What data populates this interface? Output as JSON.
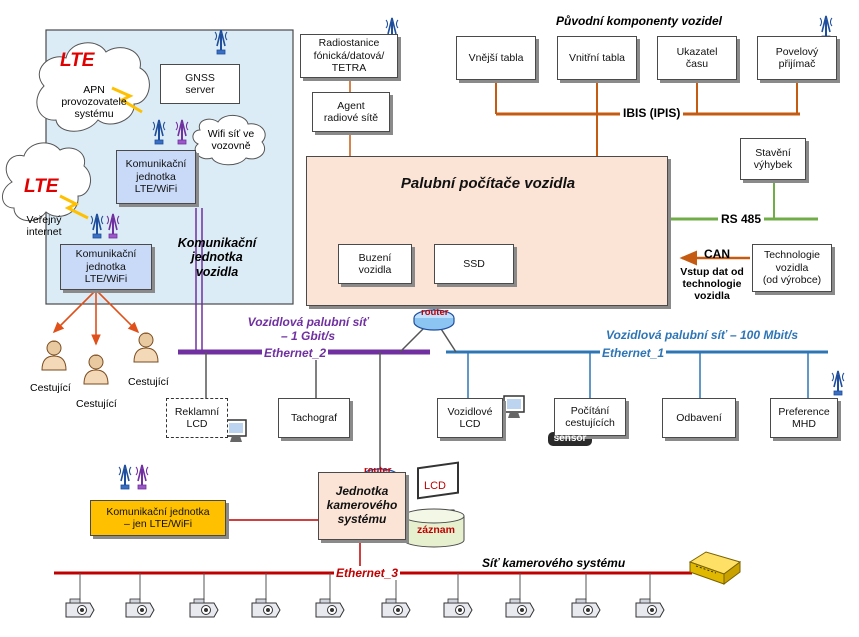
{
  "lte_label": "LTE",
  "apn": {
    "text": "APN\nprovozovatele\nsystému"
  },
  "public_internet": {
    "text": "Veřejný\ninternet"
  },
  "wifi_bubble": {
    "text": "Wifi síť ve\nvozovně"
  },
  "gnss": {
    "text": "GNSS\nserver"
  },
  "comm_unit_lte_wifi": "Komunikační\njednotka\nLTE/WiFi",
  "comm_unit_vehicle": {
    "text": "Komunikační\njednotka\nvozidla"
  },
  "passenger": "Cestující",
  "radio_station": {
    "text": "Radiostanice\nfónická/datová/\nTETRA"
  },
  "radio_agent": {
    "text": "Agent\nradiové sítě"
  },
  "original_components": {
    "title": "Původní komponenty vozidel",
    "items": [
      "Vnější tabla",
      "Vnitřní tabla",
      "Ukazatel\nčasu",
      "Povelový\npřijímač"
    ],
    "bus": "IBIS (IPIS)"
  },
  "switch_control": {
    "text": "Stavění\nvýhybek"
  },
  "rs485": "RS 485",
  "onboard_computer": {
    "title": "Palubní počítače vozidla",
    "excitation": "Buzení\nvozidla",
    "ssd": "SSD"
  },
  "can": {
    "label": "CAN",
    "note": "Vstup dat od\ntechnologie\nvozidla"
  },
  "vehicle_technology": {
    "text": "Technologie\nvozidla\n(od výrobce)"
  },
  "router": "router",
  "network_1gbit": {
    "title": "Vozidlová palubní síť\n– 1 Gbit/s",
    "bus": "Ethernet_2"
  },
  "network_100mbit": {
    "title": "Vozidlová palubní síť – 100 Mbit/s",
    "bus": "Ethernet_1"
  },
  "devices": {
    "advert_lcd": "Reklamní\nLCD",
    "tachograph": "Tachograf",
    "vehicle_lcd": "Vozidlové\nLCD",
    "passenger_counting": "Počítání\ncestujících",
    "sensor": "sensor",
    "validators": "Odbavení",
    "mhd_preference": "Preference\nMHD"
  },
  "camera_unit": {
    "title": "Jednotka\nkamerového\nsystému",
    "lcd": "LCD",
    "record": "záznam"
  },
  "comm_unit_wifi_only": {
    "text": "Komunikační jednotka\n– jen LTE/WiFi"
  },
  "camera_network": {
    "title": "Síť kamerového systému",
    "bus": "Ethernet_3"
  },
  "colors": {
    "comm_panel": "#dcecf6",
    "onboard_computer": "#fbe4d6",
    "ethernet_2": "#7030a0",
    "ethernet_1": "#2e75b6",
    "ibis_bus": "#c55a11",
    "rs485_bus": "#70ad47",
    "ethernet_3": "#c00000",
    "lte_text": "#e00000",
    "comm_unit_fill": "#c9daf8",
    "wifi_only_fill": "#ffc000"
  }
}
